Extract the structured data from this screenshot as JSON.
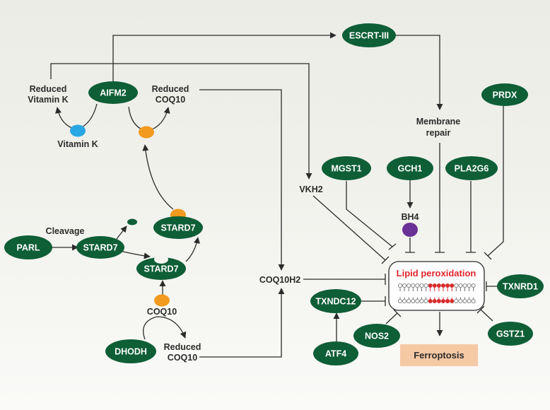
{
  "nodes": {
    "escrt": "ESCRT-III",
    "aifm2": "AIFM2",
    "prdx": "PRDX",
    "mgst1": "MGST1",
    "gch1": "GCH1",
    "pla2g6": "PLA2G6",
    "parl": "PARL",
    "stard7_top": "STARD7",
    "stard7_mid": "STARD7",
    "stard7_low": "STARD7",
    "txndc12": "TXNDC12",
    "txnrd1": "TXNRD1",
    "nos2": "NOS2",
    "gstz1": "GSTZ1",
    "atf4": "ATF4",
    "dhodh": "DHODH"
  },
  "labels": {
    "reduced_vitk_1": "Reduced",
    "reduced_vitk_2": "Vitamin K",
    "reduced_coq10_top_1": "Reduced",
    "reduced_coq10_top_2": "COQ10",
    "vitamin_k": "Vitamin K",
    "membrane_repair_1": "Membrane",
    "membrane_repair_2": "repair",
    "vkh2": "VKH2",
    "bh4": "BH4",
    "cleavage": "Cleavage",
    "coq10h2": "COQ10H2",
    "coq10": "COQ10",
    "reduced_coq10_bottom_1": "Reduced",
    "reduced_coq10_bottom_2": "COQ10",
    "lipid_peroxidation": "Lipid peroxidation",
    "ferroptosis": "Ferroptosis"
  },
  "colors": {
    "node_green": "#0e5e36",
    "vitamin_k_dot": "#29a7e4",
    "coq_dot": "#f29a1e",
    "bh4_dot": "#6a3196",
    "lipid_title": "#e3242b",
    "lipid_red": "#d62d2d",
    "ferroptosis_box": "#f6c9a5"
  }
}
